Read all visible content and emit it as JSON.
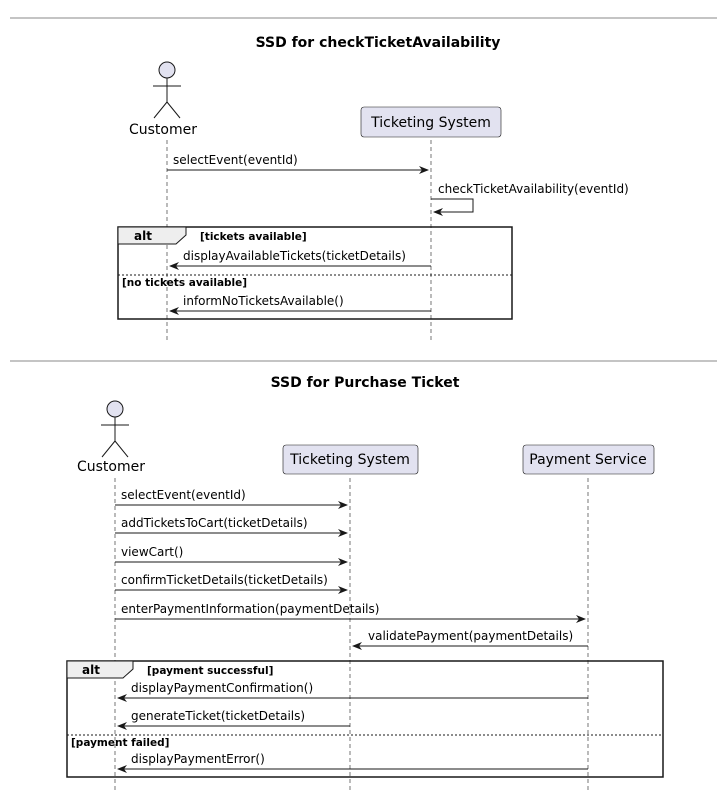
{
  "diagrams": [
    {
      "title": "SSD for checkTicketAvailability",
      "participants": [
        {
          "id": "customer",
          "kind": "actor",
          "label": "Customer"
        },
        {
          "id": "ticketing",
          "kind": "box",
          "label": "Ticketing System"
        }
      ],
      "messages": [
        {
          "from": "customer",
          "to": "ticketing",
          "label": "selectEvent(eventId)"
        },
        {
          "from": "ticketing",
          "to": "ticketing",
          "label": "checkTicketAvailability(eventId)"
        }
      ],
      "alt": {
        "keyword": "alt",
        "sections": [
          {
            "guard": "[tickets available]",
            "messages": [
              {
                "from": "ticketing",
                "to": "customer",
                "label": "displayAvailableTickets(ticketDetails)"
              }
            ]
          },
          {
            "guard": "[no tickets available]",
            "messages": [
              {
                "from": "ticketing",
                "to": "customer",
                "label": "informNoTicketsAvailable()"
              }
            ]
          }
        ]
      }
    },
    {
      "title": "SSD for Purchase Ticket",
      "participants": [
        {
          "id": "customer",
          "kind": "actor",
          "label": "Customer"
        },
        {
          "id": "ticketing",
          "kind": "box",
          "label": "Ticketing System"
        },
        {
          "id": "payment",
          "kind": "box",
          "label": "Payment Service"
        }
      ],
      "messages": [
        {
          "from": "customer",
          "to": "ticketing",
          "label": "selectEvent(eventId)"
        },
        {
          "from": "customer",
          "to": "ticketing",
          "label": "addTicketsToCart(ticketDetails)"
        },
        {
          "from": "customer",
          "to": "ticketing",
          "label": "viewCart()"
        },
        {
          "from": "customer",
          "to": "ticketing",
          "label": "confirmTicketDetails(ticketDetails)"
        },
        {
          "from": "customer",
          "to": "payment",
          "label": "enterPaymentInformation(paymentDetails)"
        },
        {
          "from": "payment",
          "to": "ticketing",
          "label": "validatePayment(paymentDetails)"
        }
      ],
      "alt": {
        "keyword": "alt",
        "sections": [
          {
            "guard": "[payment successful]",
            "messages": [
              {
                "from": "payment",
                "to": "customer",
                "label": "displayPaymentConfirmation()"
              },
              {
                "from": "ticketing",
                "to": "customer",
                "label": "generateTicket(ticketDetails)"
              }
            ]
          },
          {
            "guard": "[payment failed]",
            "messages": [
              {
                "from": "payment",
                "to": "customer",
                "label": "displayPaymentError()"
              }
            ]
          }
        ]
      }
    }
  ],
  "colors": {
    "participant_fill": "#e2e2f0",
    "participant_stroke": "#181818",
    "lifeline": "#555555",
    "line": "#181818",
    "separator": "#888888"
  }
}
